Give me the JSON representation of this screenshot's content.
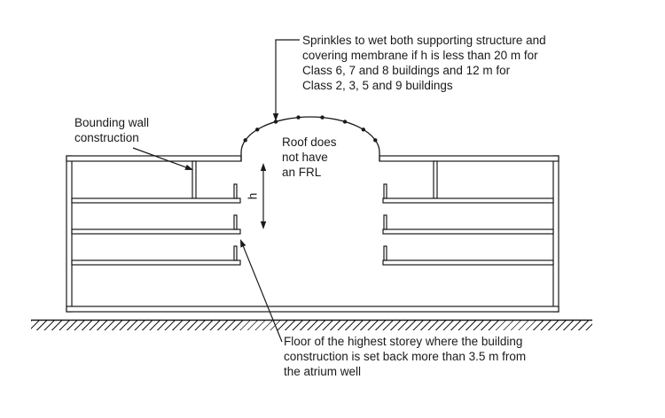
{
  "annotations": {
    "sprinkler_note": "Sprinkles to wet both supporting structure and\ncovering membrane if h is less than 20 m for\nClass 6, 7 and 8 buildings and 12 m for\nClass 2, 3, 5 and 9 buildings",
    "bounding_wall": "Bounding wall\nconstruction",
    "roof_frl": "Roof does\nnot have\nan FRL",
    "dimension_h": "h",
    "highest_floor": "Floor of the highest storey where the building\nconstruction is set back more than 3.5 m from\nthe atrium well"
  },
  "colors": {
    "line": "#1a1a1a",
    "background": "#ffffff"
  }
}
